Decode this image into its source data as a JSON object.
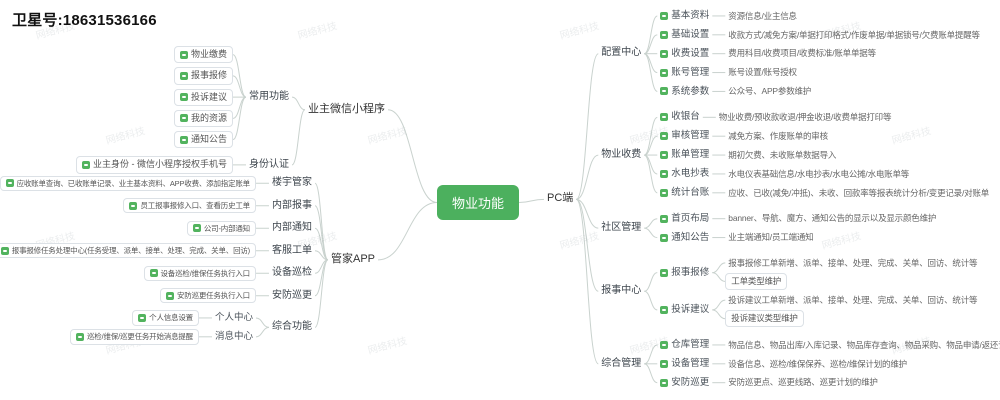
{
  "header": {
    "phone": "卫星号:18631536166"
  },
  "watermark": {
    "text": "网络科技"
  },
  "colors": {
    "center_bg": "#4cb05e",
    "connector": "#c9d2ce",
    "marker": "#52b35e"
  },
  "icons": {
    "node_marker": "tag-icon"
  },
  "center": {
    "label": "物业功能"
  },
  "left_trees": [
    {
      "label": "业主微信小程序",
      "children": [
        {
          "label": "常用功能",
          "children": [
            {
              "label": "物业缴费",
              "icon": true,
              "box": true
            },
            {
              "label": "报事报修",
              "icon": true,
              "box": true
            },
            {
              "label": "投诉建议",
              "icon": true,
              "box": true
            },
            {
              "label": "我的资源",
              "icon": true,
              "box": true
            },
            {
              "label": "通知公告",
              "icon": true,
              "box": true
            }
          ]
        },
        {
          "label": "身份认证",
          "children": [
            {
              "label": "业主身份 - 微信小程序授权手机号",
              "icon": true,
              "box": true
            }
          ]
        }
      ]
    },
    {
      "label": "管家APP",
      "children": [
        {
          "label": "楼宇管家",
          "children": [
            {
              "label": "应收账单查询、已收账单记录、业主基本资料、APP收费、添加指定账单",
              "icon": true,
              "box": true
            }
          ]
        },
        {
          "label": "内部报事",
          "children": [
            {
              "label": "员工报事报修入口、查看历史工单",
              "icon": true,
              "box": true
            }
          ]
        },
        {
          "label": "内部通知",
          "children": [
            {
              "label": "公司-内部通知",
              "icon": true,
              "box": true
            }
          ]
        },
        {
          "label": "客服工单",
          "children": [
            {
              "label": "报事报修任务处理中心(任务受理、派单、接单、处理、完成、关单、回访)",
              "icon": true,
              "box": true
            }
          ]
        },
        {
          "label": "设备巡检",
          "children": [
            {
              "label": "设备巡检/维保任务执行入口",
              "icon": true,
              "box": true
            }
          ]
        },
        {
          "label": "安防巡更",
          "children": [
            {
              "label": "安防巡更任务执行入口",
              "icon": true,
              "box": true
            }
          ]
        },
        {
          "label": "综合功能",
          "children": [
            {
              "label": "个人中心",
              "children": [
                {
                  "label": "个人信息设置",
                  "icon": true,
                  "box": true
                }
              ]
            },
            {
              "label": "消息中心",
              "children": [
                {
                  "label": "巡检/维保/巡更任务开始消息提醒",
                  "icon": true,
                  "box": true
                }
              ]
            }
          ]
        }
      ]
    }
  ],
  "right_tree": {
    "label": "PC端",
    "children": [
      {
        "label": "配置中心",
        "children": [
          {
            "label": "基本资料",
            "icon": true,
            "children": [
              {
                "label": "资源信息/业主信息"
              }
            ]
          },
          {
            "label": "基础设置",
            "icon": true,
            "children": [
              {
                "label": "收款方式/减免方案/单据打印格式/作废单据/单据锁号/欠费账单提醒等"
              }
            ]
          },
          {
            "label": "收费设置",
            "icon": true,
            "children": [
              {
                "label": "费用科目/收费项目/收费标准/账单单据等"
              }
            ]
          },
          {
            "label": "账号管理",
            "icon": true,
            "children": [
              {
                "label": "账号设置/账号授权"
              }
            ]
          },
          {
            "label": "系统参数",
            "icon": true,
            "children": [
              {
                "label": "公众号、APP参数维护"
              }
            ]
          }
        ]
      },
      {
        "label": "物业收费",
        "children": [
          {
            "label": "收银台",
            "icon": true,
            "children": [
              {
                "label": "物业收费/预收款收退/押金收退/收费单据打印等"
              }
            ]
          },
          {
            "label": "审核管理",
            "icon": true,
            "children": [
              {
                "label": "减免方案、作废账单的审核"
              }
            ]
          },
          {
            "label": "账单管理",
            "icon": true,
            "children": [
              {
                "label": "期初欠费、未收账单数据导入"
              }
            ]
          },
          {
            "label": "水电抄表",
            "icon": true,
            "children": [
              {
                "label": "水电仪表基础信息/水电抄表/水电公摊/水电账单等"
              }
            ]
          },
          {
            "label": "统计台账",
            "icon": true,
            "children": [
              {
                "label": "应收、已收(减免/冲抵)、未收、回款率等报表统计分析/变更记录/对账单"
              }
            ]
          }
        ]
      },
      {
        "label": "社区管理",
        "children": [
          {
            "label": "首页布局",
            "icon": true,
            "children": [
              {
                "label": "banner、导航、魔方、通知公告的显示以及显示颜色维护"
              }
            ]
          },
          {
            "label": "通知公告",
            "icon": true,
            "children": [
              {
                "label": "业主端通知/员工端通知"
              }
            ]
          }
        ]
      },
      {
        "label": "报事中心",
        "children": [
          {
            "label": "报事报修",
            "icon": true,
            "children": [
              {
                "label": "报事报修工单新增、派单、接单、处理、完成、关单、回访、统计等"
              },
              {
                "label": "工单类型维护",
                "box": true
              }
            ]
          },
          {
            "label": "投诉建议",
            "icon": true,
            "children": [
              {
                "label": "投诉建议工单新增、派单、接单、处理、完成、关单、回访、统计等"
              },
              {
                "label": "投诉建议类型维护",
                "box": true
              }
            ]
          }
        ]
      },
      {
        "label": "综合管理",
        "children": [
          {
            "label": "仓库管理",
            "icon": true,
            "children": [
              {
                "label": "物品信息、物品出库/入库记录、物品库存查询、物品采购、物品申请/返还记录"
              }
            ]
          },
          {
            "label": "设备管理",
            "icon": true,
            "children": [
              {
                "label": "设备信息、巡检/维保保养、巡检/维保计划的维护"
              }
            ]
          },
          {
            "label": "安防巡更",
            "icon": true,
            "children": [
              {
                "label": "安防巡更点、巡更线路、巡更计划的维护"
              }
            ]
          }
        ]
      }
    ]
  }
}
